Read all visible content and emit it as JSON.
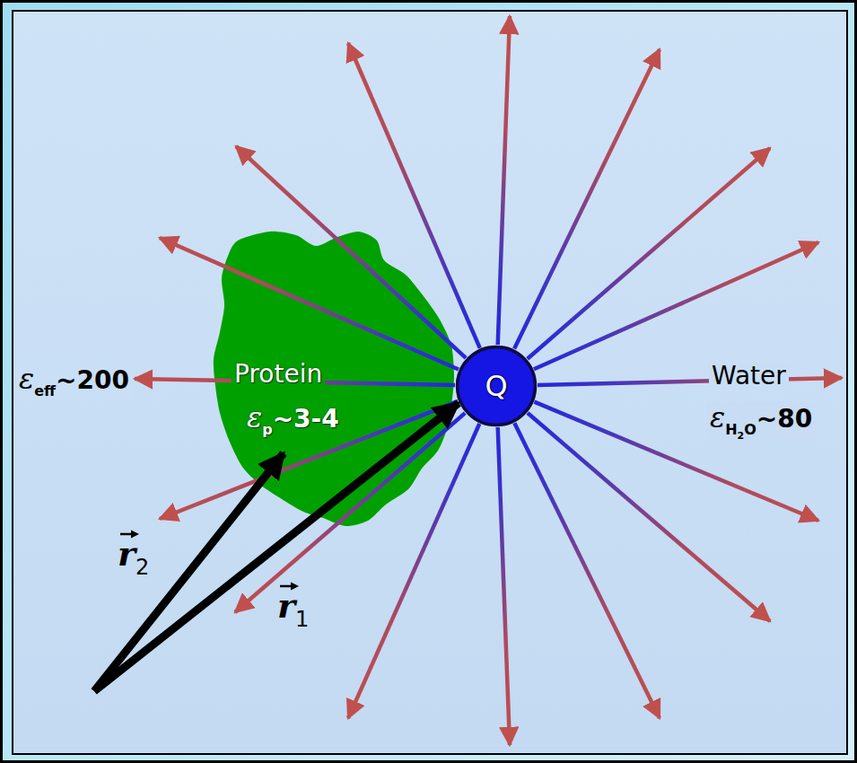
{
  "diagram": {
    "nodes": [
      {
        "text": [
          "Protein",
          "ε",
          "p",
          "~3-4"
        ]
      },
      {
        "text": [
          "Q"
        ]
      }
    ],
    "labels": [
      "ε",
      "eff",
      "~200",
      "Water",
      "ε",
      "H",
      "2",
      "O",
      "~80",
      "r",
      "2",
      "r",
      "1"
    ]
  }
}
